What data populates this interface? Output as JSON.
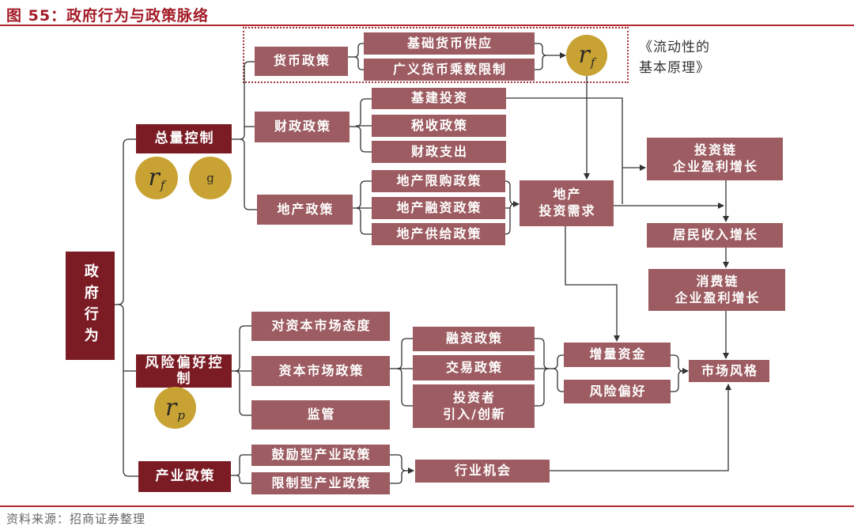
{
  "title": "图 55：政府行为与政策脉络",
  "source": "资料来源：招商证券整理",
  "colors": {
    "dark_box": "#7b1c25",
    "light_box": "#9d5c61",
    "gold_circle": "#c8a232",
    "title": "#a31b27",
    "rule": "#b3262e"
  },
  "root": {
    "label": "政府行为"
  },
  "total_control": {
    "label": "总量控制",
    "factors": [
      {
        "symbol": "r",
        "sub": "f"
      },
      {
        "symbol": "g"
      }
    ],
    "monetary": {
      "label": "货币政策",
      "items": [
        "基础货币供应",
        "广义货币乘数限制"
      ],
      "result": {
        "symbol": "r",
        "sub": "f"
      },
      "reference": [
        "《流动性的",
        "基本原理》"
      ]
    },
    "fiscal": {
      "label": "财政政策",
      "items": [
        "基建投资",
        "税收政策",
        "财政支出"
      ]
    },
    "property": {
      "label": "地产政策",
      "items": [
        "地产限购政策",
        "地产融资政策",
        "地产供给政策"
      ],
      "result": [
        "地产",
        "投资需求"
      ]
    }
  },
  "growth": {
    "investment_chain": [
      "投资链",
      "企业盈利增长"
    ],
    "household_income": "居民收入增长",
    "consumption_chain": [
      "消费链",
      "企业盈利增长"
    ]
  },
  "risk_control": {
    "label": "风险偏好控制",
    "factor": {
      "symbol": "r",
      "sub": "p"
    },
    "items": [
      "对资本市场态度",
      "资本市场政策",
      "监管"
    ],
    "capital_policy_items": [
      [
        "融资政策"
      ],
      [
        "交易政策"
      ],
      [
        "投资者",
        "引入/创新"
      ]
    ],
    "channels": [
      "增量资金",
      "风险偏好"
    ]
  },
  "industry_policy": {
    "label": "产业政策",
    "items": [
      "鼓励型产业政策",
      "限制型产业政策"
    ],
    "result": "行业机会"
  },
  "market_style": "市场风格"
}
